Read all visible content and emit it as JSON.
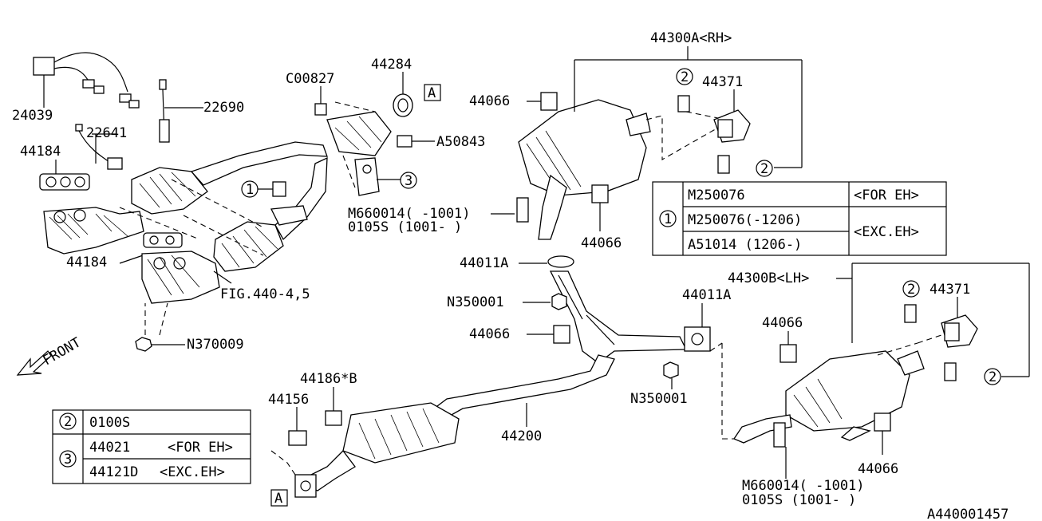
{
  "diagram_id": "A440001457",
  "labels": {
    "p24039": "24039",
    "p22690": "22690",
    "p22641": "22641",
    "p44184_top": "44184",
    "p44184_bottom": "44184",
    "c00827": "C00827",
    "p44284": "44284",
    "a50843": "A50843",
    "m660014_top": "M660014( -1001)",
    "s0105_top": "0105S    (1001- )",
    "fig440": "FIG.440-4,5",
    "n370009": "N370009",
    "front": "FRONT",
    "p44300a": "44300A<RH>",
    "p44371_top": "44371",
    "p44066_a": "44066",
    "p44066_b": "44066",
    "p44066_c": "44066",
    "p44066_d": "44066",
    "p44066_e": "44066",
    "p44011a_left": "44011A",
    "p44011a_right": "44011A",
    "n350001_a": "N350001",
    "n350001_b": "N350001",
    "p44300b": "44300B<LH>",
    "p44371_bottom": "44371",
    "p44186b": "44186*B",
    "p44156": "44156",
    "p44200": "44200",
    "m660014_bottom": "M660014( -1001)",
    "s0105_bottom": "0105S    (1001- )",
    "ref_a": "A",
    "callout_1": "1",
    "callout_2": "2",
    "callout_3": "3"
  },
  "table_right": {
    "rows": [
      {
        "part": "M250076",
        "note": "<FOR EH>"
      },
      {
        "part": "M250076(-1206)",
        "note": "<EXC.EH>"
      },
      {
        "part": "A51014   (1206-)",
        "note": ""
      }
    ],
    "key": "1"
  },
  "table_left": {
    "rows": [
      {
        "key": "2",
        "part": "0100S",
        "note": ""
      },
      {
        "key": "3",
        "part": "44021",
        "note": "<FOR EH>"
      },
      {
        "key": "",
        "part": "44121D",
        "note": "<EXC.EH>"
      }
    ]
  }
}
